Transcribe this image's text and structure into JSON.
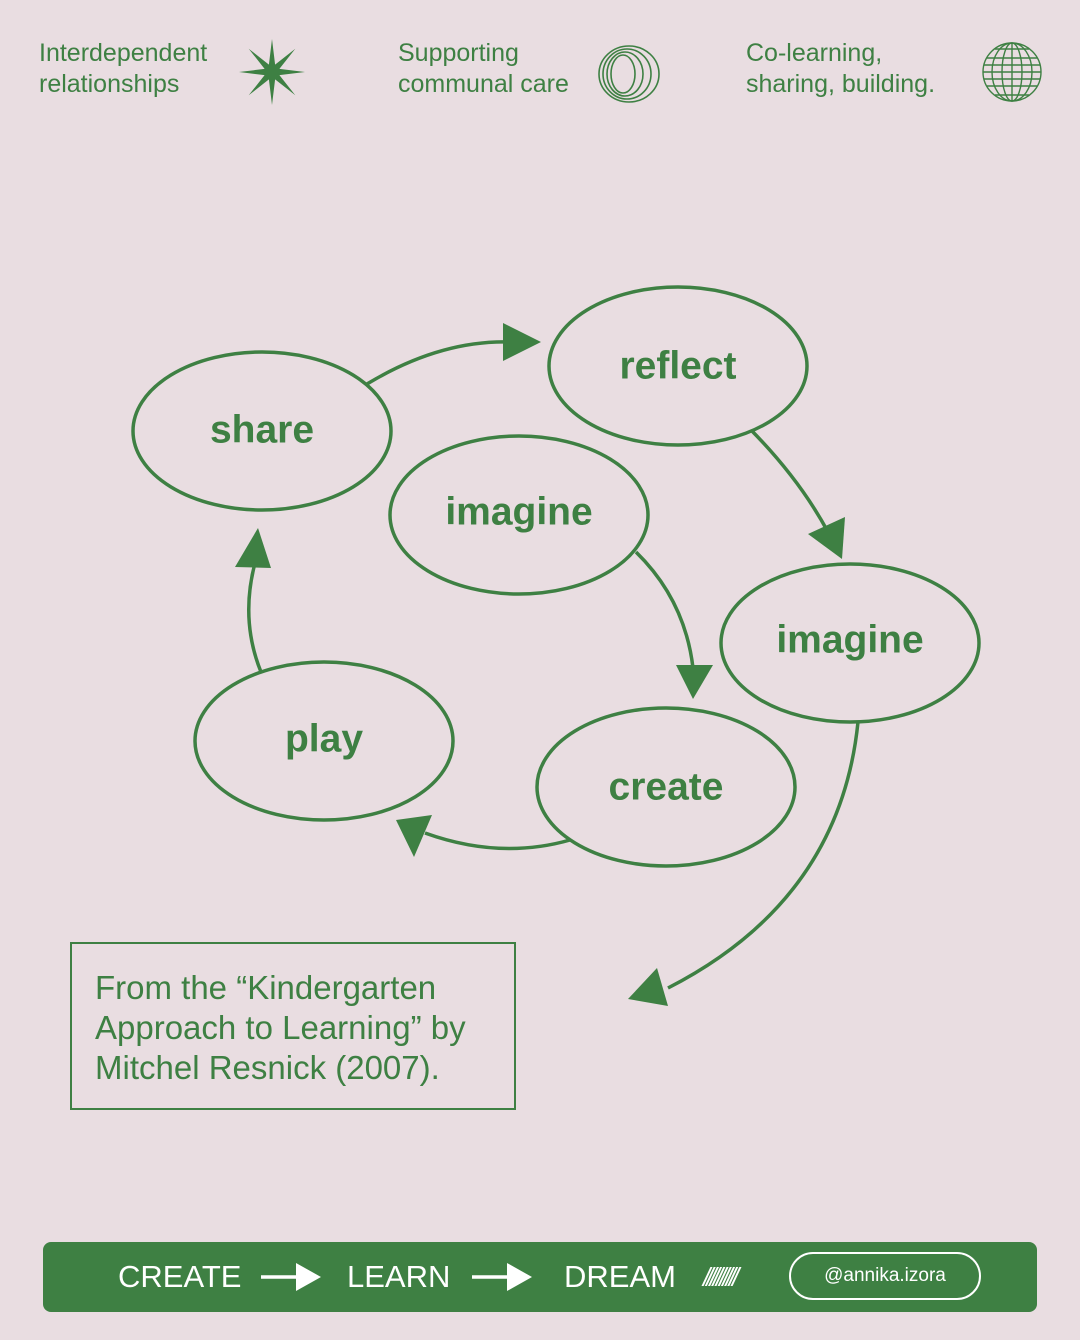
{
  "header": {
    "items": [
      {
        "line1": "Interdependent",
        "line2": "relationships",
        "icon": "starburst-icon"
      },
      {
        "line1": "Supporting",
        "line2": "communal care",
        "icon": "concentric-rings-icon"
      },
      {
        "line1": "Co-learning,",
        "line2": "sharing, building.",
        "icon": "globe-icon"
      }
    ]
  },
  "diagram": {
    "nodes": {
      "reflect": "reflect",
      "imagine_outer": "imagine",
      "create": "create",
      "play": "play",
      "share": "share",
      "imagine_inner": "imagine"
    }
  },
  "citation": {
    "line1": "From the “Kindergarten",
    "line2": "Approach to Learning” by",
    "line3": "Mitchel Resnick (2007)."
  },
  "footer": {
    "words": [
      "CREATE",
      "LEARN",
      "DREAM"
    ],
    "slashes": "//////////",
    "handle": "@annika.izora"
  },
  "colors": {
    "background": "#e9dde1",
    "accent": "#3e8043",
    "footer_text": "#ffffff"
  }
}
